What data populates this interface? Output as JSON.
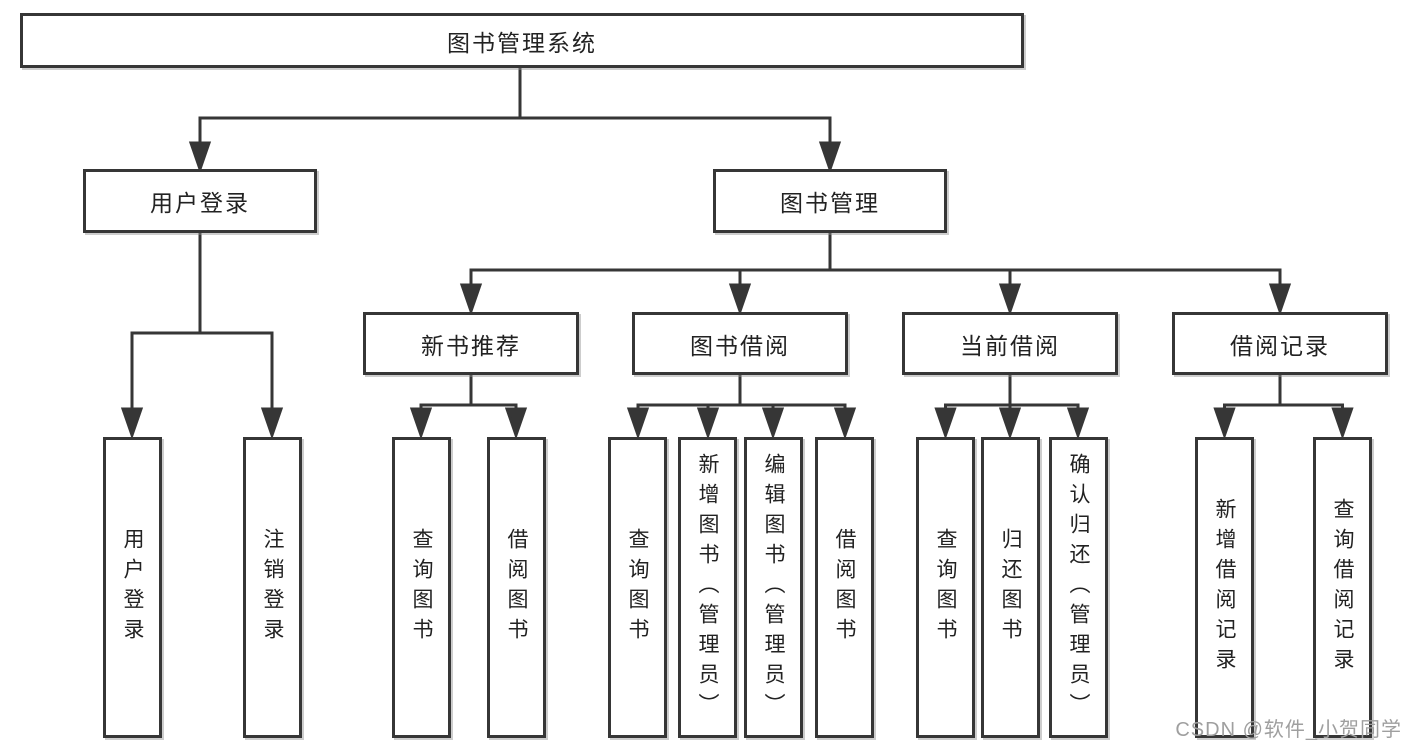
{
  "tree": {
    "root": "图书管理系统",
    "user_login": "用户登录",
    "book_mgmt": "图书管理",
    "login_children": [
      "用户登录",
      "注销登录"
    ],
    "sections": [
      {
        "label": "新书推荐",
        "children": [
          "查询图书",
          "借阅图书"
        ]
      },
      {
        "label": "图书借阅",
        "children": [
          "查询图书",
          "新增图书（管理员）",
          "编辑图书（管理员）",
          "借阅图书"
        ]
      },
      {
        "label": "当前借阅",
        "children": [
          "查询图书",
          "归还图书",
          "确认归还（管理员）"
        ]
      },
      {
        "label": "借阅记录",
        "children": [
          "新增借阅记录",
          "查询借阅记录"
        ]
      }
    ]
  },
  "watermark": "CSDN @软件_小贺同学",
  "colors": {
    "line": "#363636",
    "text": "#222222",
    "box_background": "#ffffff",
    "box_shadow": "#919191",
    "watermark": "#9f9f9f",
    "background": "#ffffff"
  }
}
